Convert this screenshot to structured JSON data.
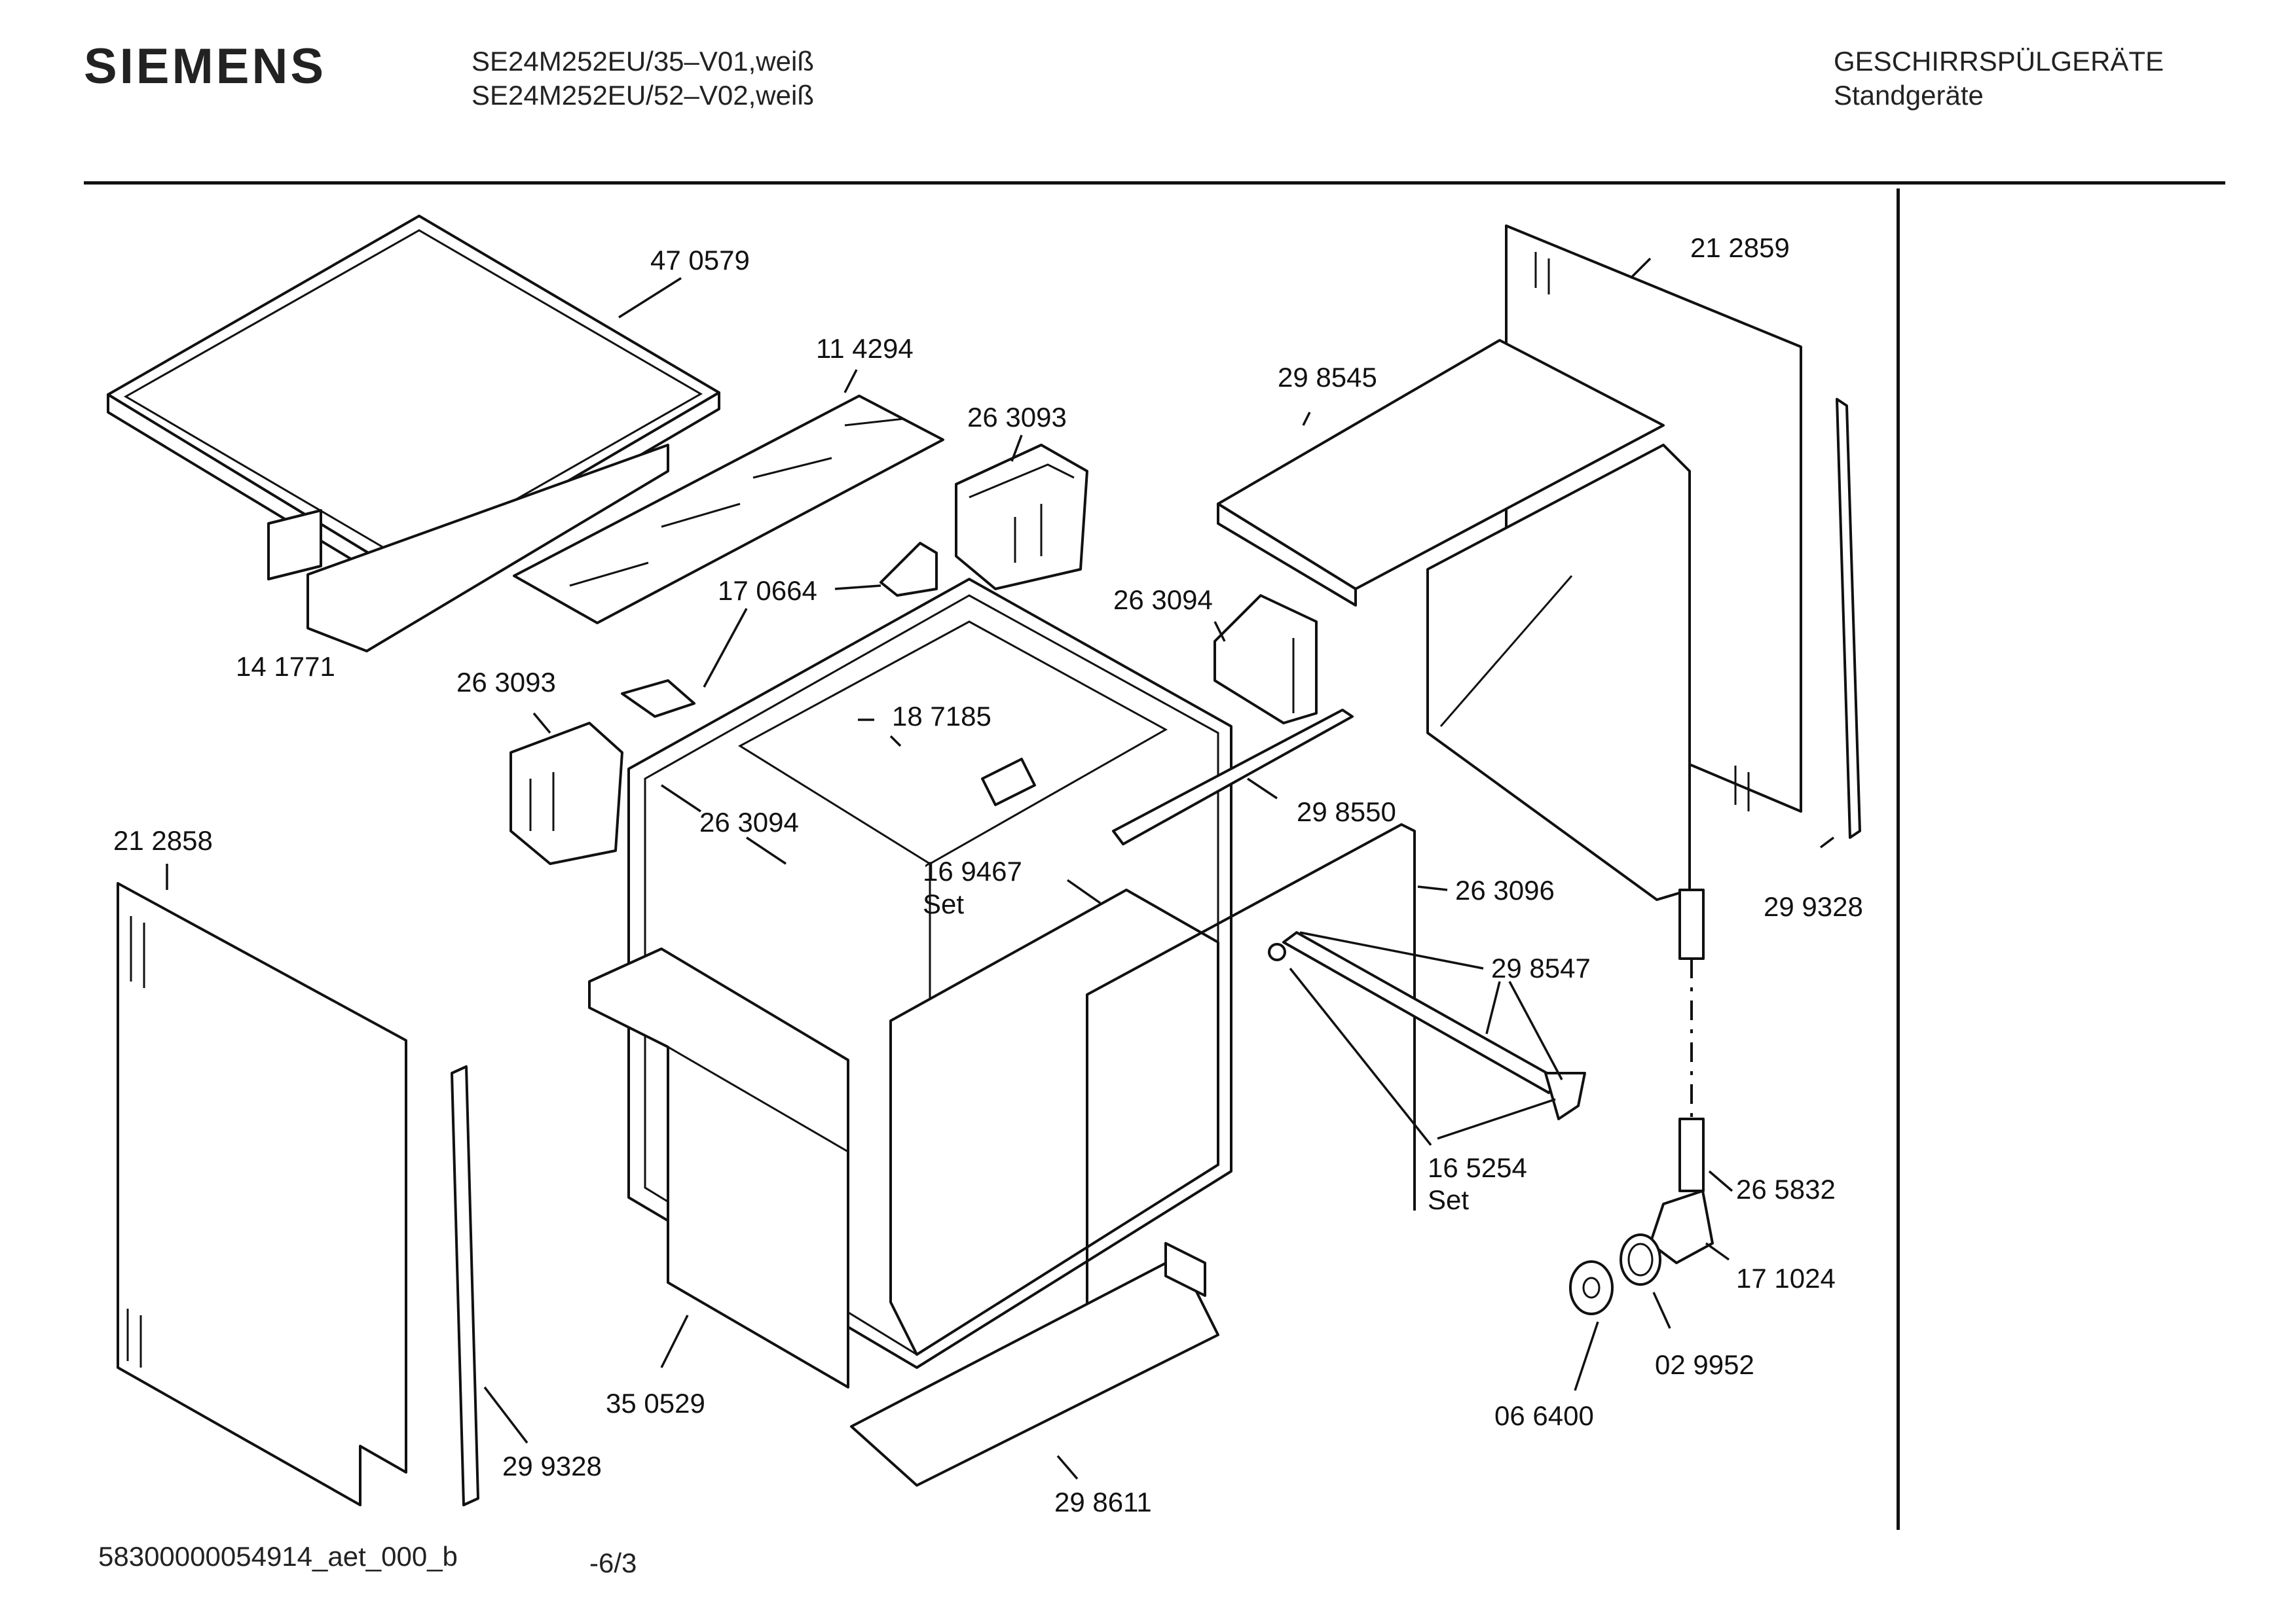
{
  "header": {
    "brand": "SIEMENS",
    "model_line_1": "SE24M252EU/35–V01,weiß",
    "model_line_2": "SE24M252EU/52–V02,weiß",
    "category_line_1": "GESCHIRRSPÜLGERÄTE",
    "category_line_2": "Standgeräte"
  },
  "parts": [
    {
      "id": "p_470579",
      "number": "47 0579"
    },
    {
      "id": "p_114294",
      "number": "11 4294"
    },
    {
      "id": "p_263093a",
      "number": "26 3093"
    },
    {
      "id": "p_170664",
      "number": "17 0664"
    },
    {
      "id": "p_141771",
      "number": "14 1771"
    },
    {
      "id": "p_263093b",
      "number": "26 3093"
    },
    {
      "id": "p_187185",
      "number": "18 7185"
    },
    {
      "id": "p_263094a",
      "number": "26 3094"
    },
    {
      "id": "p_298545",
      "number": "29 8545"
    },
    {
      "id": "p_212859",
      "number": "21 2859"
    },
    {
      "id": "p_263094b",
      "number": "26 3094"
    },
    {
      "id": "p_298550",
      "number": "29 8550"
    },
    {
      "id": "p_212858",
      "number": "21 2858"
    },
    {
      "id": "p_169467",
      "number": "16 9467",
      "note": "Set"
    },
    {
      "id": "p_263096",
      "number": "26 3096"
    },
    {
      "id": "p_299328a",
      "number": "29 9328"
    },
    {
      "id": "p_298547",
      "number": "29 8547"
    },
    {
      "id": "p_165254",
      "number": "16 5254",
      "note": "Set"
    },
    {
      "id": "p_265832",
      "number": "26 5832"
    },
    {
      "id": "p_171024",
      "number": "17 1024"
    },
    {
      "id": "p_350529",
      "number": "35 0529"
    },
    {
      "id": "p_029952",
      "number": "02 9952"
    },
    {
      "id": "p_066400",
      "number": "06 6400"
    },
    {
      "id": "p_299328b",
      "number": "29 9328"
    },
    {
      "id": "p_298611",
      "number": "29 8611"
    }
  ],
  "footer": {
    "document_id": "58300000054914_aet_000_b",
    "page_ref": "-6/3"
  }
}
